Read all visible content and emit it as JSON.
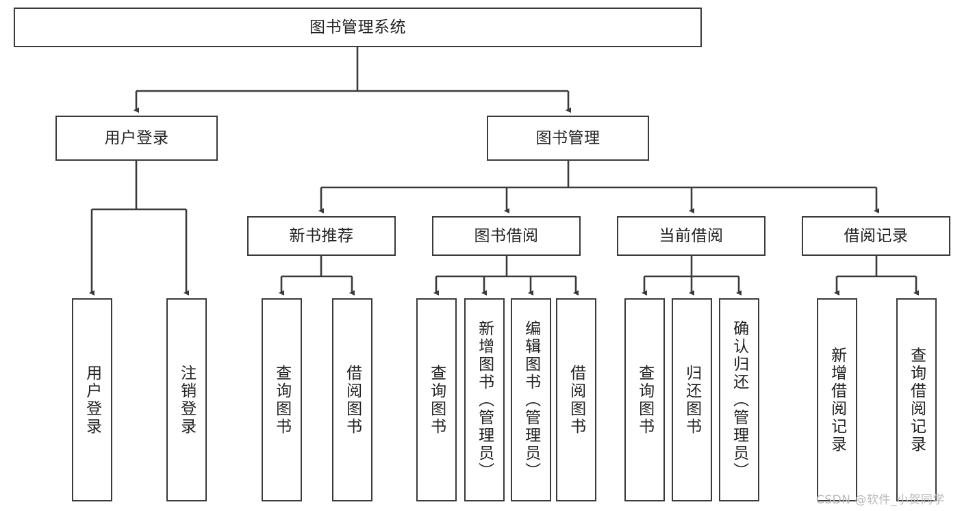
{
  "diagram": {
    "type": "tree-hierarchy-chart",
    "title": "图书管理系统",
    "watermark": "CSDN @软件_小贺同学",
    "colors": {
      "stroke": "#3a3a3a",
      "fill": "#ffffff",
      "text": "#222222",
      "watermark": "#b9b9b9"
    },
    "nodes": {
      "root": {
        "label": "图书管理系统"
      },
      "level2": [
        {
          "id": "user-login",
          "label": "用户登录"
        },
        {
          "id": "book-manage",
          "label": "图书管理"
        }
      ],
      "level3": [
        {
          "id": "new-book-recommend",
          "label": "新书推荐"
        },
        {
          "id": "book-borrow",
          "label": "图书借阅"
        },
        {
          "id": "current-borrow",
          "label": "当前借阅"
        },
        {
          "id": "borrow-record",
          "label": "借阅记录"
        }
      ],
      "leaves": {
        "user-login": [
          {
            "id": "leaf-user-login",
            "label": "用户登录"
          },
          {
            "id": "leaf-logout-login",
            "label": "注销登录"
          }
        ],
        "new-book-recommend": [
          {
            "id": "leaf-query-book-1",
            "label": "查询图书"
          },
          {
            "id": "leaf-borrow-book-1",
            "label": "借阅图书"
          }
        ],
        "book-borrow": [
          {
            "id": "leaf-query-book-2",
            "label": "查询图书"
          },
          {
            "id": "leaf-add-book",
            "label": "新增图书（管理员）"
          },
          {
            "id": "leaf-edit-book",
            "label": "编辑图书（管理员）"
          },
          {
            "id": "leaf-borrow-book-2",
            "label": "借阅图书"
          }
        ],
        "current-borrow": [
          {
            "id": "leaf-query-book-3",
            "label": "查询图书"
          },
          {
            "id": "leaf-return-book",
            "label": "归还图书"
          },
          {
            "id": "leaf-confirm-return",
            "label": "确认归还（管理员）"
          }
        ],
        "borrow-record": [
          {
            "id": "leaf-add-record",
            "label": "新增借阅记录"
          },
          {
            "id": "leaf-query-record",
            "label": "查询借阅记录"
          }
        ]
      }
    }
  }
}
